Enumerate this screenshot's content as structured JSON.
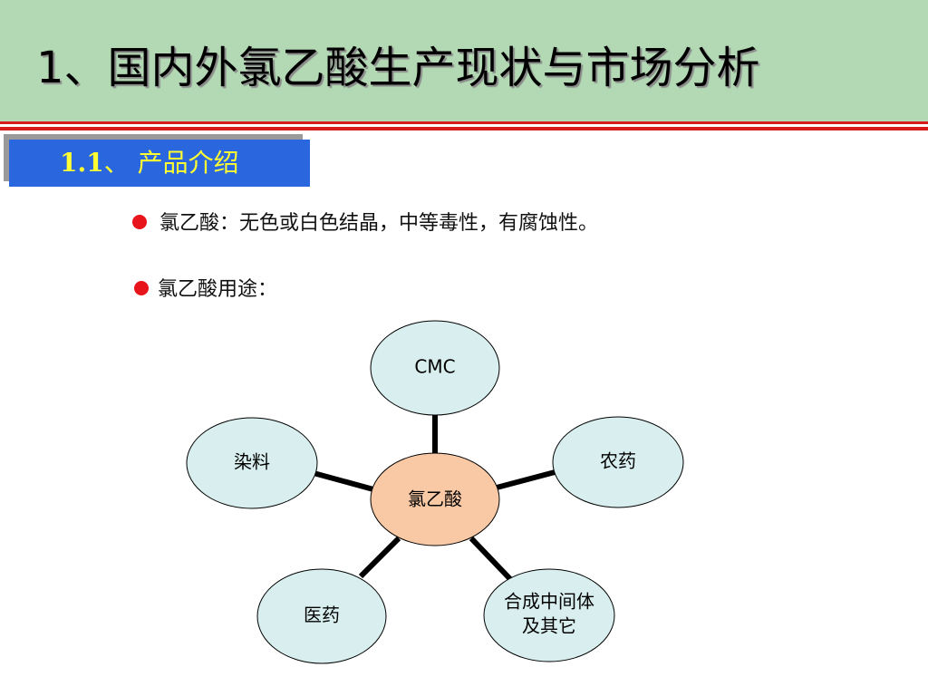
{
  "slide": {
    "title": "1、国内外氯乙酸生产现状与市场分析",
    "section": {
      "number": "1.1",
      "label": "、 产品介绍"
    },
    "bullets": [
      "氯乙酸：无色或白色结晶，中等毒性，有腐蚀性。",
      "氯乙酸用途："
    ],
    "diagram": {
      "center": "氯乙酸",
      "uses": {
        "cmc": "CMC",
        "pesticide": "农药",
        "synthesis_line1": "合成中间体",
        "synthesis_line2": "及其它",
        "medicine": "医药",
        "dye": "染料"
      }
    }
  },
  "colors": {
    "title_bg": "#b3d9b4",
    "rule_red": "#d81c1c",
    "section_bg": "#2a66de",
    "section_text": "#ffff33",
    "bullet_dot": "#e8141b",
    "node_fill": "#d9eeee",
    "center_fill": "#f9c9a5"
  }
}
